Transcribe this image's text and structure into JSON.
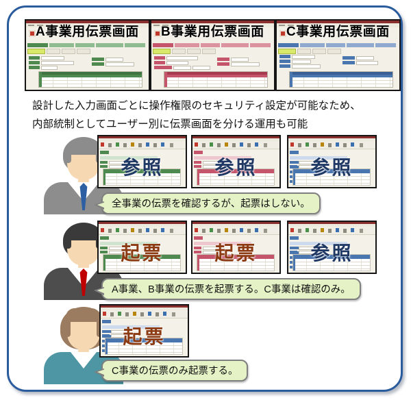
{
  "frame": {
    "border_color": "#2a5b9c"
  },
  "top_screens": [
    {
      "title": "A事業用伝票画面",
      "theme": "green",
      "accent": "#4e8a50"
    },
    {
      "title": "B事業用伝票画面",
      "theme": "red",
      "accent": "#c4556a"
    },
    {
      "title": "C事業用伝票画面",
      "theme": "blue",
      "accent": "#4a76b0"
    }
  ],
  "description": {
    "line1": "設計した入力画面ごとに操作権限のセキュリティ設定が可能なため、",
    "line2": "内部統制としてユーザー別に伝票画面を分ける運用も可能"
  },
  "stamps": {
    "view_label": "参照",
    "view_color": "#1f3864",
    "create_label": "起票",
    "create_color": "#8b3a12"
  },
  "rows": [
    {
      "persona": "gray-suit-man",
      "screens": [
        {
          "theme": "green",
          "stamp": "参照",
          "kind": "view"
        },
        {
          "theme": "red",
          "stamp": "参照",
          "kind": "view"
        },
        {
          "theme": "blue",
          "stamp": "参照",
          "kind": "view"
        }
      ],
      "bubble": "全事業の伝票を確認するが、起票はしない。"
    },
    {
      "persona": "dark-suit-man",
      "screens": [
        {
          "theme": "green",
          "stamp": "起票",
          "kind": "create"
        },
        {
          "theme": "red",
          "stamp": "起票",
          "kind": "create"
        },
        {
          "theme": "blue",
          "stamp": "参照",
          "kind": "view"
        }
      ],
      "bubble": "A事業、B事業の伝票を起票する。C事業は確認のみ。"
    },
    {
      "persona": "teal-top-woman",
      "screens": [
        {
          "theme": "blue",
          "stamp": "起票",
          "kind": "create"
        }
      ],
      "bubble": "C事業の伝票のみ起票する。"
    }
  ]
}
